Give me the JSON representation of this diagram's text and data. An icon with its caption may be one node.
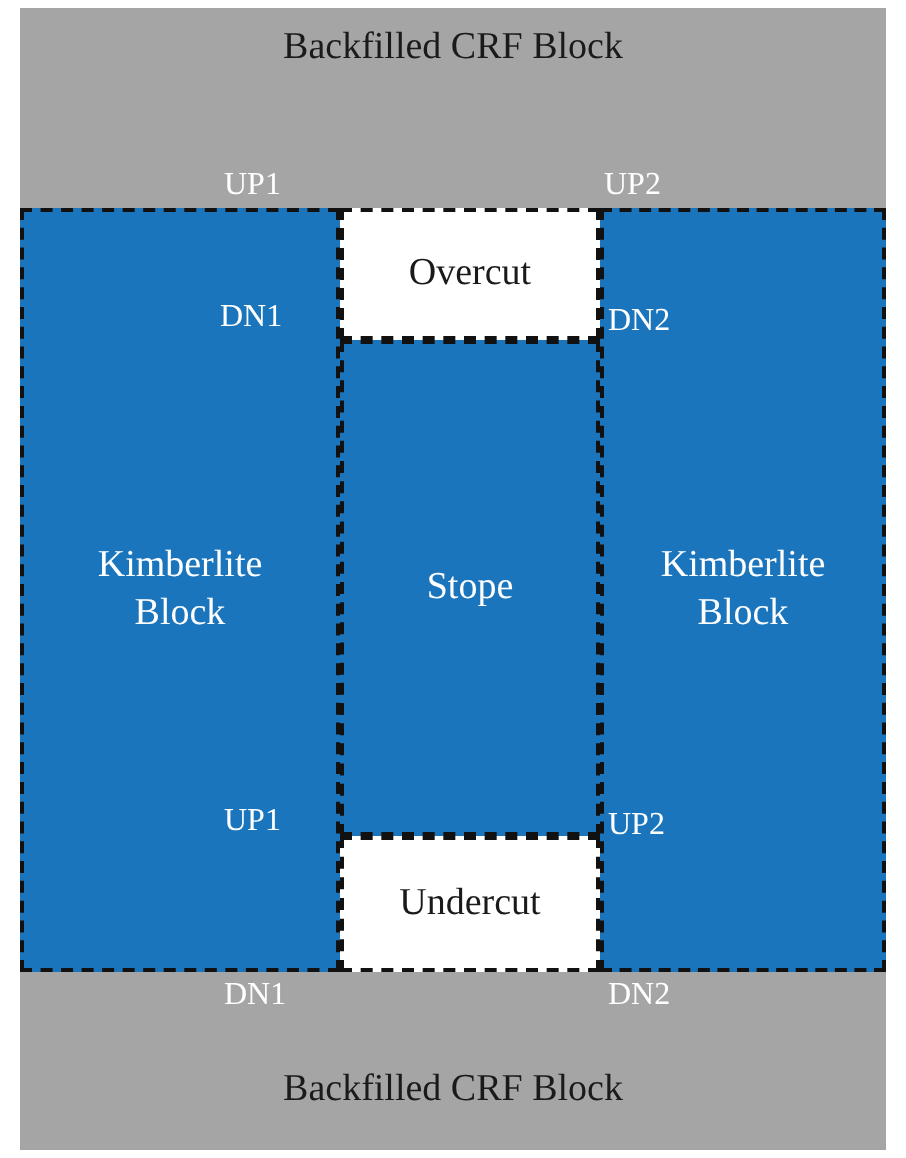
{
  "diagram": {
    "nodes": [
      {
        "text": [
          "Backfilled CRF Block"
        ]
      },
      {
        "text": [
          "Kimberlite Block"
        ]
      },
      {
        "text": [
          "Overcut"
        ]
      },
      {
        "text": [
          "Stope"
        ]
      },
      {
        "text": [
          "Undercut"
        ]
      },
      {
        "text": [
          "Kimberlite Block"
        ]
      },
      {
        "text": [
          "Backfilled CRF Block"
        ]
      }
    ],
    "edges": [],
    "labels": [
      "UP1",
      "UP2",
      "DN1",
      "DN2",
      "UP1",
      "UP2",
      "DN1",
      "DN2"
    ]
  }
}
